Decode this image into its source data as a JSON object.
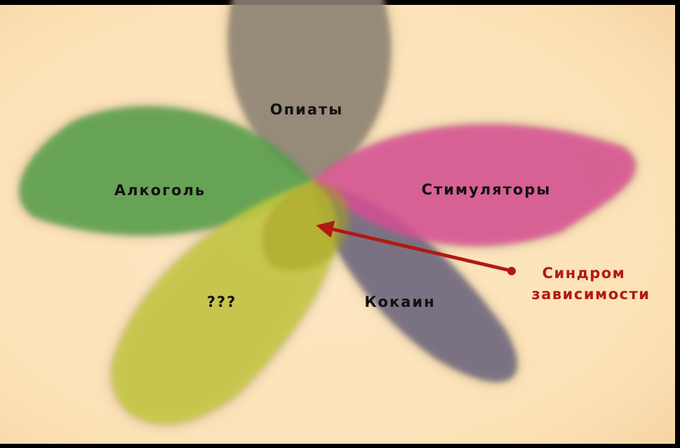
{
  "diagram": {
    "petals": [
      {
        "key": "opiates",
        "label": "Опиаты",
        "color": "#8e8476"
      },
      {
        "key": "stimulants",
        "label": "Стимуляторы",
        "color": "#dc4c96"
      },
      {
        "key": "cocaine",
        "label": "Кокаин",
        "color": "#6a6480"
      },
      {
        "key": "unknown",
        "label": "???",
        "color": "#c8cc3c"
      },
      {
        "key": "alcohol",
        "label": "Алкоголь",
        "color": "#4ea046"
      }
    ],
    "center": {
      "label_line1": "Синдром",
      "label_line2": "зависимости",
      "color": "#b01a14"
    },
    "colors": {
      "background": "#fde3b8",
      "frame": "#000000",
      "center_core": "#a4a01c"
    }
  }
}
